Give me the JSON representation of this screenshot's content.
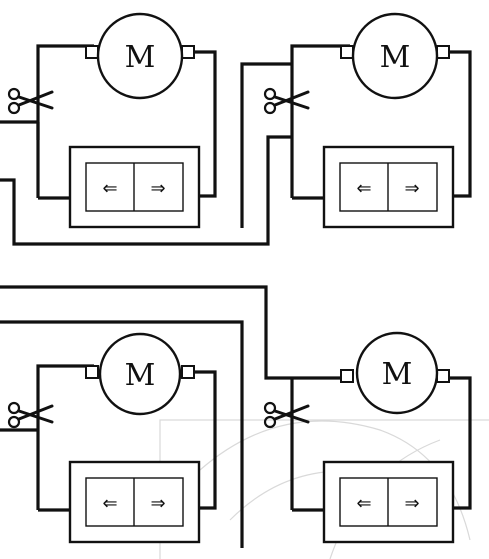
{
  "diagram": {
    "motor_label": "M",
    "switch_left_arrow": "⇐",
    "switch_right_arrow": "⇒",
    "colors": {
      "line": "#111111",
      "background": "#ffffff",
      "watermark": "#d9d9d9"
    },
    "units": [
      {
        "id": "top-left",
        "motor": "M",
        "switch": "⇐⇒"
      },
      {
        "id": "top-right",
        "motor": "M",
        "switch": "⇐⇒"
      },
      {
        "id": "bottom-left",
        "motor": "M",
        "switch": "⇐⇒"
      },
      {
        "id": "bottom-right",
        "motor": "M",
        "switch": "⇐⇒"
      }
    ],
    "icons": [
      "scissors-icon",
      "motor-icon",
      "double-arrow-switch-icon"
    ]
  }
}
